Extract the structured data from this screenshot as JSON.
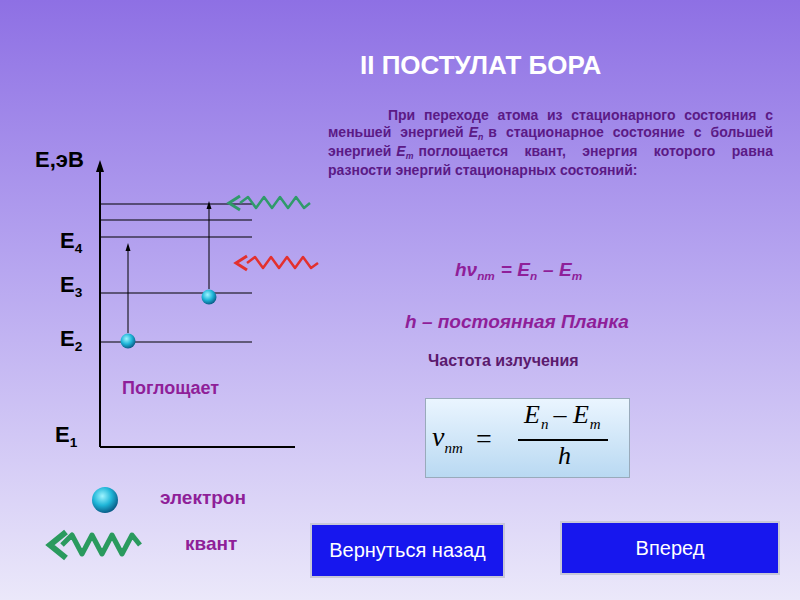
{
  "diagram": {
    "title": "II ПОСТУЛАТ БОРА",
    "nodes": [
      {
        "text": [
          "ν",
          "nm",
          "=",
          "E",
          "n",
          "– E",
          "m",
          "h"
        ]
      },
      {
        "text": [
          "Вернуться назад"
        ]
      },
      {
        "text": [
          "Вперед"
        ]
      }
    ],
    "labels": [
      "E,эВ",
      "E",
      "4",
      "E",
      "3",
      "E",
      "2",
      "E",
      "1",
      "Поглощает",
      "При переходе атома из стационарного состояния с меньшей энергией",
      "E",
      "n",
      "в стационарное состояние с большей энергией",
      "E",
      "m",
      "поглощается квант, энергия которого равна разности энергий стационарных состояний:",
      "hν",
      "nm",
      "= E",
      "n",
      "– E",
      "m",
      "h – постоянная Планка",
      "Частота излучения"
    ],
    "legend": [
      {
        "text": "электрон"
      },
      {
        "text": "квант"
      }
    ]
  }
}
